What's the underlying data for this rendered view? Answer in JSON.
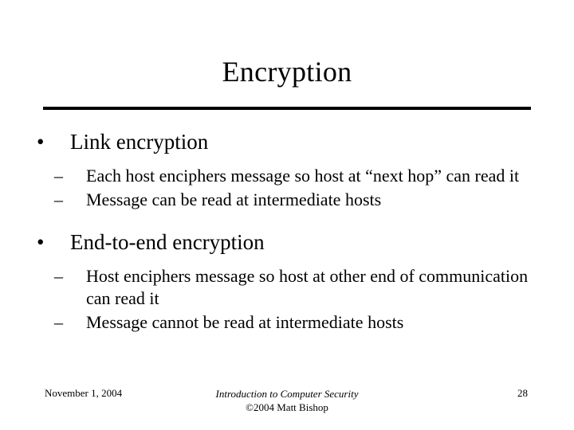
{
  "slide": {
    "title": "Encryption",
    "bullets": [
      {
        "marker": "•",
        "text": "Link encryption",
        "sub": [
          {
            "marker": "–",
            "text": "Each host enciphers message so host at “next hop” can read it"
          },
          {
            "marker": "–",
            "text": "Message can be read at intermediate hosts"
          }
        ]
      },
      {
        "marker": "•",
        "text": "End-to-end encryption",
        "sub": [
          {
            "marker": "–",
            "text": "Host enciphers message so host at other end of communication can read it"
          },
          {
            "marker": "–",
            "text": "Message cannot be read at intermediate hosts"
          }
        ]
      }
    ]
  },
  "footer": {
    "date": "November 1, 2004",
    "center_line1": "Introduction to Computer Security",
    "center_line2": "©2004 Matt Bishop",
    "page": "28"
  }
}
